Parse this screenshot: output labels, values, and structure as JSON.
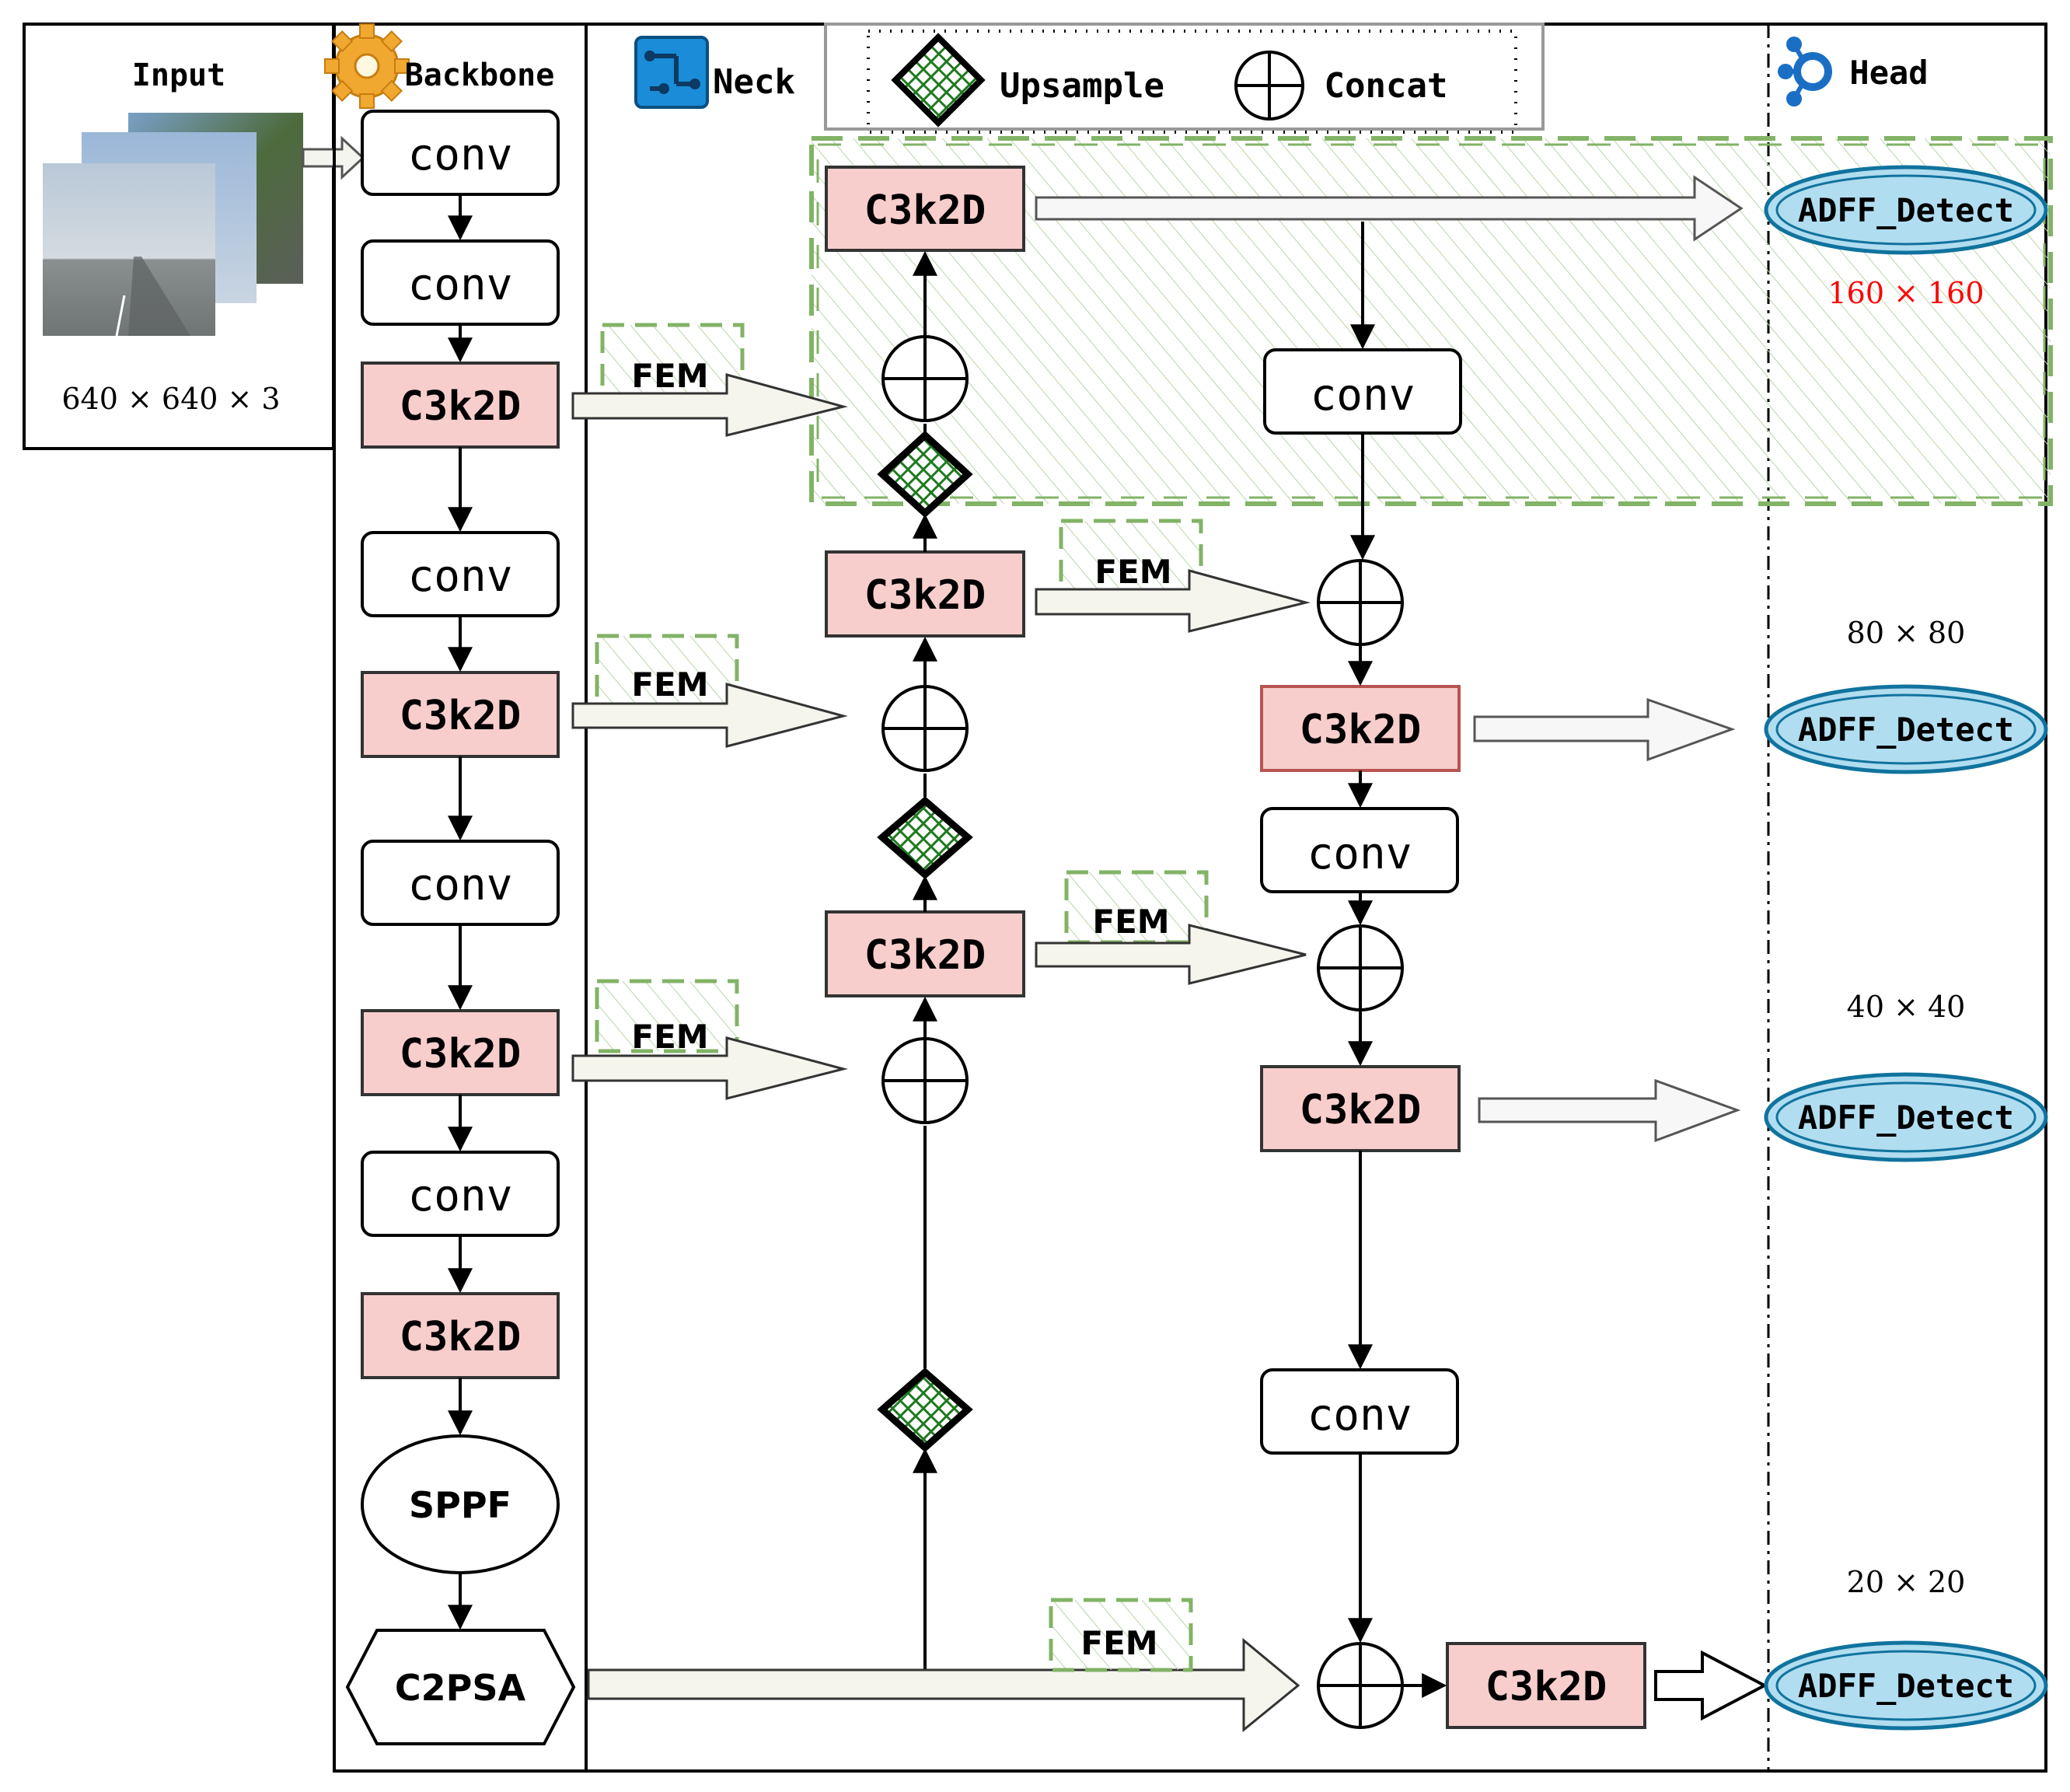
{
  "sections": {
    "input": "Input",
    "backbone": "Backbone",
    "neck": "Neck",
    "head": "Head"
  },
  "input_size": "640 × 640 × 3",
  "legend": {
    "upsample": "Upsample",
    "concat": "Concat"
  },
  "labels": {
    "conv": "conv",
    "c3k2d": "C3k2D",
    "sppf": "SPPF",
    "c2psa": "C2PSA",
    "fem": "FEM",
    "detect": "ADFF_Detect"
  },
  "scales": {
    "s160": "160 × 160",
    "s80": "80 × 80",
    "s40": "40 × 40",
    "s20": "20 × 20"
  },
  "colors": {
    "pink": "#f8cecc",
    "detect_fill": "#b1ddf0",
    "detect_stroke": "#10739e",
    "fem_green": "#82b366",
    "highlight": "#ff0000"
  },
  "icons": {
    "backbone": "gear-icon",
    "neck": "circuit-board-icon",
    "head": "network-nodes-icon",
    "upsample": "hatched-diamond-icon",
    "concat": "circle-plus-icon"
  }
}
